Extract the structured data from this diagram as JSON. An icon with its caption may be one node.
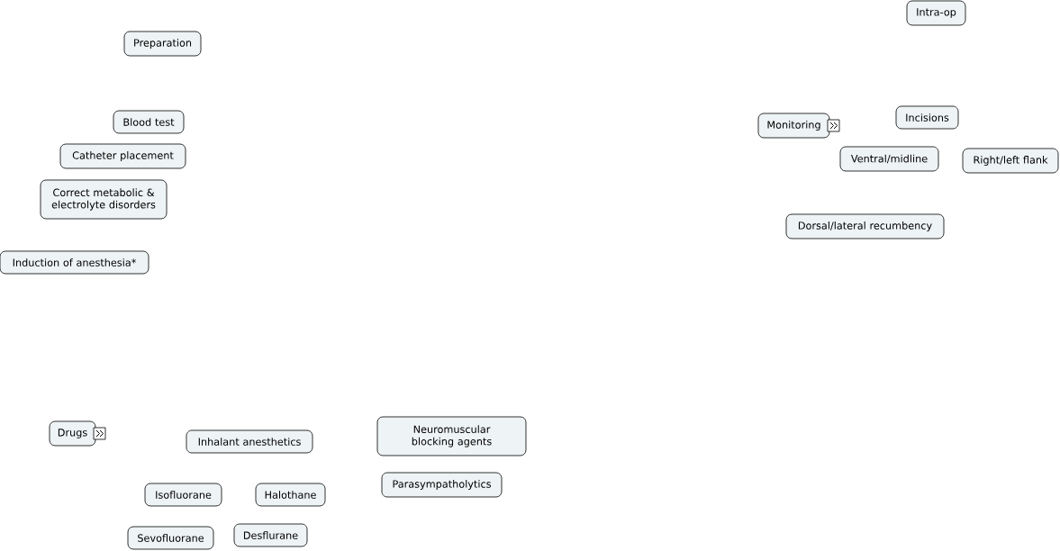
{
  "diagram": {
    "nodes": [
      {
        "text": [
          "Preparation"
        ]
      },
      {
        "text": [
          "Blood test"
        ]
      },
      {
        "text": [
          "Catheter placement"
        ]
      },
      {
        "text": [
          "Correct metabolic & electrolyte disorders"
        ]
      },
      {
        "text": [
          "Induction of anesthesia*"
        ]
      },
      {
        "text": [
          "Intra-op"
        ]
      },
      {
        "text": [
          "Monitoring"
        ]
      },
      {
        "text": [
          "Incisions"
        ]
      },
      {
        "text": [
          "Ventral/midline"
        ]
      },
      {
        "text": [
          "Right/left flank"
        ]
      },
      {
        "text": [
          "Dorsal/lateral recumbency"
        ]
      },
      {
        "text": [
          "Drugs"
        ]
      },
      {
        "text": [
          "Inhalant anesthetics"
        ]
      },
      {
        "text": [
          "Neuromuscular blocking agents"
        ]
      },
      {
        "text": [
          "Parasympatholytics"
        ]
      },
      {
        "text": [
          "Isofluorane"
        ]
      },
      {
        "text": [
          "Halothane"
        ]
      },
      {
        "text": [
          "Sevofluorane"
        ]
      },
      {
        "text": [
          "Desflurane"
        ]
      }
    ]
  }
}
